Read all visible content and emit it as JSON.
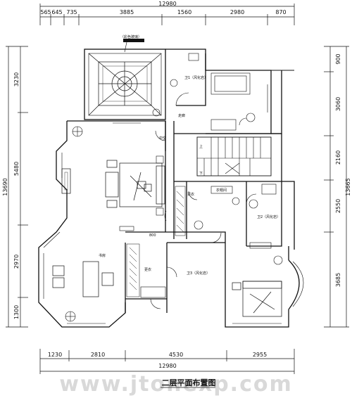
{
  "plan_title": "二层平面布置图",
  "watermark": "www.jtonexp.com",
  "dims": {
    "top_total": "12980",
    "top_segments": [
      "565",
      "645",
      "735",
      "3885",
      "1560",
      "2980",
      "870"
    ],
    "bottom_total": "12980",
    "bottom_segments": [
      "1230",
      "2810",
      "4530",
      "2955"
    ],
    "left_total": "13690",
    "left_segments": [
      "3230",
      "5480",
      "2970",
      "1300"
    ],
    "right_total": "13665",
    "right_segments": [
      "900",
      "3060",
      "2160",
      "2550",
      "3685"
    ]
  },
  "labels": {
    "bath_1": "卫1（风化岩）",
    "bath_2": "卫2（风化岩）",
    "bath_3": "卫3（风化岩）",
    "corridor": "走廊",
    "closet": "衣帽间",
    "dressing": "更衣",
    "stair_up": "上",
    "stair_down": "下",
    "void": "中空",
    "study": "书房",
    "mark_800": "800",
    "top_tag": "（彩色玻璃）"
  }
}
